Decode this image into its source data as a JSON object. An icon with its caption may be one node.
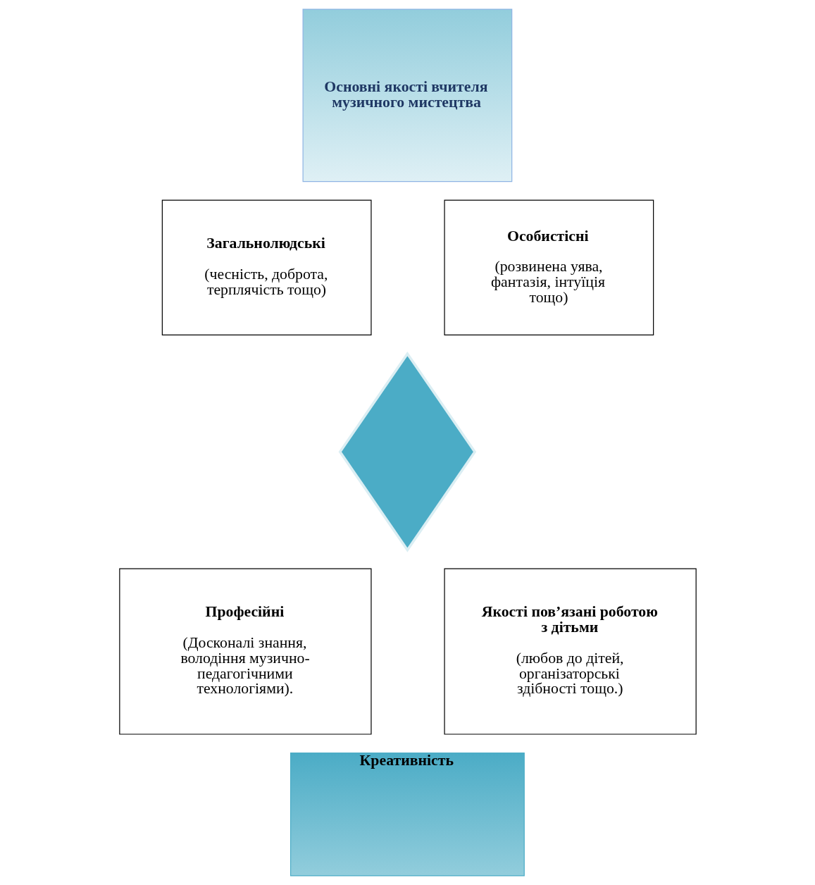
{
  "diagram": {
    "nodes": [
      {
        "text": [
          "Основні якості вчителя музичного мистецтва"
        ]
      },
      {
        "text": [
          "Загальнолюдські",
          "(чесність, доброта, терплячість тощо)"
        ]
      },
      {
        "text": [
          "Особистісні",
          "(розвинена уява, фантазія, інтуїція тощо)"
        ]
      },
      {
        "text": [],
        "shape": "arrow"
      },
      {
        "text": [
          "Професійні",
          "(Досконалі знання, володіння музично-педагогічними технологіями)."
        ]
      },
      {
        "text": [
          "Якості пов’язані роботою з дітьми",
          "(любов до дітей, організаторські здібності тощо.)"
        ]
      },
      {
        "text": [
          "Креативність"
        ]
      }
    ],
    "edges": []
  }
}
